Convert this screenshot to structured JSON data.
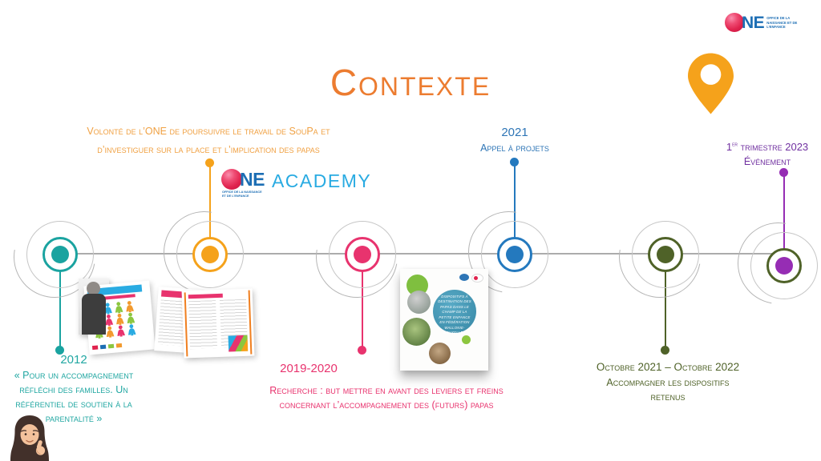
{
  "slide": {
    "title": "Contexte"
  },
  "branding": {
    "one_logo": {
      "ne": "NE",
      "tagline": "Office de la naissance et de l’enfance"
    },
    "academy_logo": {
      "ne": "NE",
      "academy": "Academy",
      "tagline": "Office de la naissance et de l’enfance"
    }
  },
  "palette": {
    "title_orange": "#EC7C30",
    "timeline_gray": "#ACACAC",
    "teal": "#1AA3A0",
    "orange": "#F5A21B",
    "pink": "#E8336E",
    "blue": "#2479BE",
    "olive": "#4F6228",
    "purple": "#962DB4",
    "purple_text": "#7030A0",
    "academy_blue": "#29ABE2",
    "one_blue": "#1C6EB4",
    "one_red": "#E0234E"
  },
  "timeline": {
    "items": [
      {
        "id": "2012",
        "color": "#1AA3A0",
        "year": "2012",
        "description": "« Pour un accompagnement réfléchi des familles. Un référentiel de soutien à la parentalité »"
      },
      {
        "id": "one-academy",
        "color": "#F5A21B",
        "description": "Volonté de l’ONE de poursuivre le travail de SouPa et d’investiguer sur la place et l’implication des papas"
      },
      {
        "id": "2019-2020",
        "color": "#E8336E",
        "year": "2019-2020",
        "description": "Recherche : but mettre en avant des leviers et freins concernant l’accompagnement des (futurs) papas"
      },
      {
        "id": "2021",
        "color": "#2479BE",
        "year": "2021",
        "description": "Appel à projets"
      },
      {
        "id": "oct2021-oct2022",
        "color": "#4F6228",
        "year": "Octobre 2021 – Octobre 2022",
        "description": "Accompagner les dispositifs retenus"
      },
      {
        "id": "t1-2023",
        "color": "#962DB4",
        "year_prefix": "1",
        "year_sup": "er",
        "year_rest": " trimestre 2023",
        "description": "Événement"
      }
    ]
  },
  "artifacts": {
    "report_cover_title": "Dispositifs à destination des papas dans le champ de la petite enfance en Fédération Wallonie-Bruxelles"
  }
}
